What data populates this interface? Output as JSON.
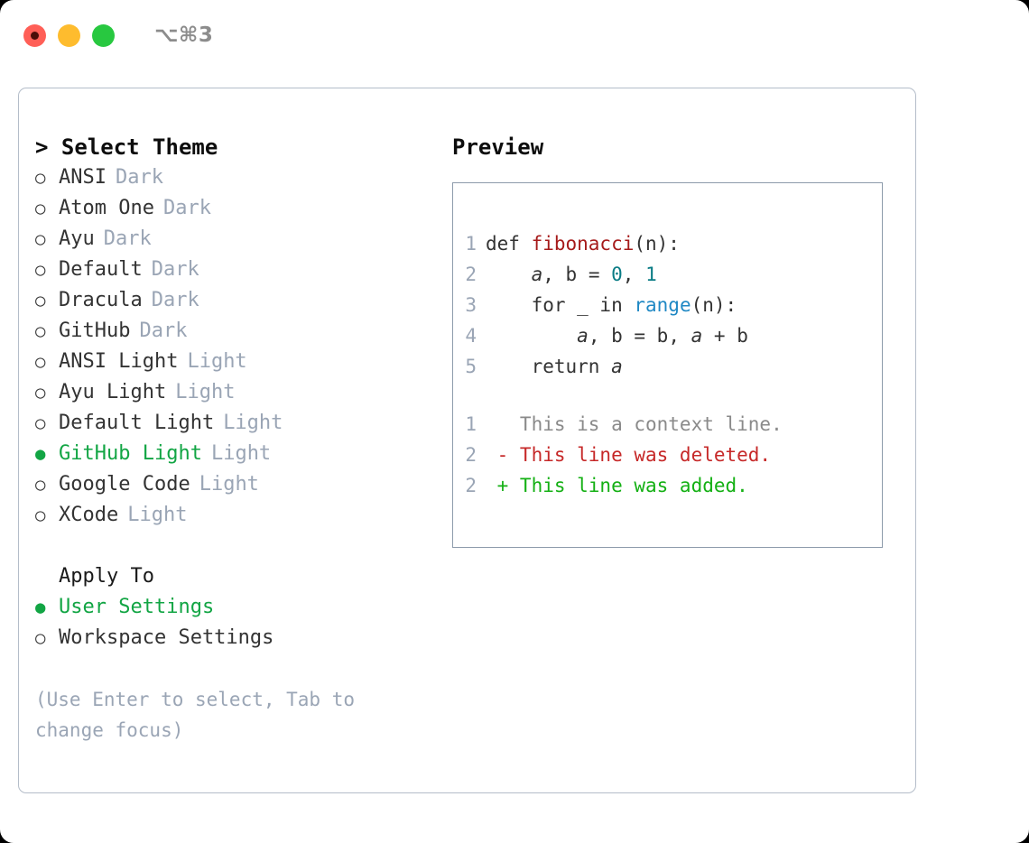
{
  "titlebar": {
    "shortcut": "⌥⌘3",
    "lights": [
      "close-red",
      "minimize-yellow",
      "maximize-green"
    ]
  },
  "themes": {
    "heading": "> Select Theme",
    "items": [
      {
        "bullet": "○",
        "name": "ANSI",
        "tag": "Dark",
        "selected": false
      },
      {
        "bullet": "○",
        "name": "Atom One",
        "tag": "Dark",
        "selected": false
      },
      {
        "bullet": "○",
        "name": "Ayu",
        "tag": "Dark",
        "selected": false
      },
      {
        "bullet": "○",
        "name": "Default",
        "tag": "Dark",
        "selected": false
      },
      {
        "bullet": "○",
        "name": "Dracula",
        "tag": "Dark",
        "selected": false
      },
      {
        "bullet": "○",
        "name": "GitHub",
        "tag": "Dark",
        "selected": false
      },
      {
        "bullet": "○",
        "name": "ANSI Light",
        "tag": "Light",
        "selected": false
      },
      {
        "bullet": "○",
        "name": "Ayu Light",
        "tag": "Light",
        "selected": false
      },
      {
        "bullet": "○",
        "name": "Default Light",
        "tag": "Light",
        "selected": false
      },
      {
        "bullet": "●",
        "name": "GitHub Light",
        "tag": "Light",
        "selected": true
      },
      {
        "bullet": "○",
        "name": "Google Code",
        "tag": "Light",
        "selected": false
      },
      {
        "bullet": "○",
        "name": "XCode",
        "tag": "Light",
        "selected": false
      }
    ]
  },
  "apply_to": {
    "label": "Apply To",
    "items": [
      {
        "bullet": "●",
        "name": "User Settings",
        "selected": true
      },
      {
        "bullet": "○",
        "name": "Workspace Settings",
        "selected": false
      }
    ]
  },
  "hint": "(Use Enter to select, Tab to change focus)",
  "preview": {
    "title": "Preview",
    "code_lines": [
      {
        "num": "1",
        "tokens": [
          {
            "t": "def ",
            "c": "kw"
          },
          {
            "t": "fibonacci",
            "c": "fn"
          },
          {
            "t": "(n):",
            "c": "plain"
          }
        ]
      },
      {
        "num": "2",
        "tokens": [
          {
            "t": "    ",
            "c": "plain"
          },
          {
            "t": "a",
            "c": "var"
          },
          {
            "t": ", ",
            "c": "plain"
          },
          {
            "t": "b",
            "c": "plain"
          },
          {
            "t": " = ",
            "c": "plain"
          },
          {
            "t": "0",
            "c": "num"
          },
          {
            "t": ", ",
            "c": "plain"
          },
          {
            "t": "1",
            "c": "num"
          }
        ]
      },
      {
        "num": "3",
        "tokens": [
          {
            "t": "    for _ in ",
            "c": "plain"
          },
          {
            "t": "range",
            "c": "bi"
          },
          {
            "t": "(n):",
            "c": "plain"
          }
        ]
      },
      {
        "num": "4",
        "tokens": [
          {
            "t": "        ",
            "c": "plain"
          },
          {
            "t": "a",
            "c": "var"
          },
          {
            "t": ", b = b, ",
            "c": "plain"
          },
          {
            "t": "a",
            "c": "var"
          },
          {
            "t": " + b",
            "c": "plain"
          }
        ]
      },
      {
        "num": "5",
        "tokens": [
          {
            "t": "    return ",
            "c": "plain"
          },
          {
            "t": "a",
            "c": "var"
          }
        ]
      }
    ],
    "diff_lines": [
      {
        "num": "1",
        "marker": " ",
        "text": " This is a context line.",
        "kind": "ctx"
      },
      {
        "num": "2",
        "marker": "-",
        "text": " This line was deleted.",
        "kind": "del"
      },
      {
        "num": "2",
        "marker": "+",
        "text": " This line was added.",
        "kind": "add"
      }
    ]
  },
  "colors": {
    "selected_green": "#12a544",
    "tag_gray": "#9aa5b5",
    "diff_add": "#14b014",
    "diff_del": "#c62828",
    "fn_red": "#a61b1b",
    "num_teal": "#0a7c85",
    "builtin_blue": "#1f88c4",
    "border": "#8d9bab"
  }
}
